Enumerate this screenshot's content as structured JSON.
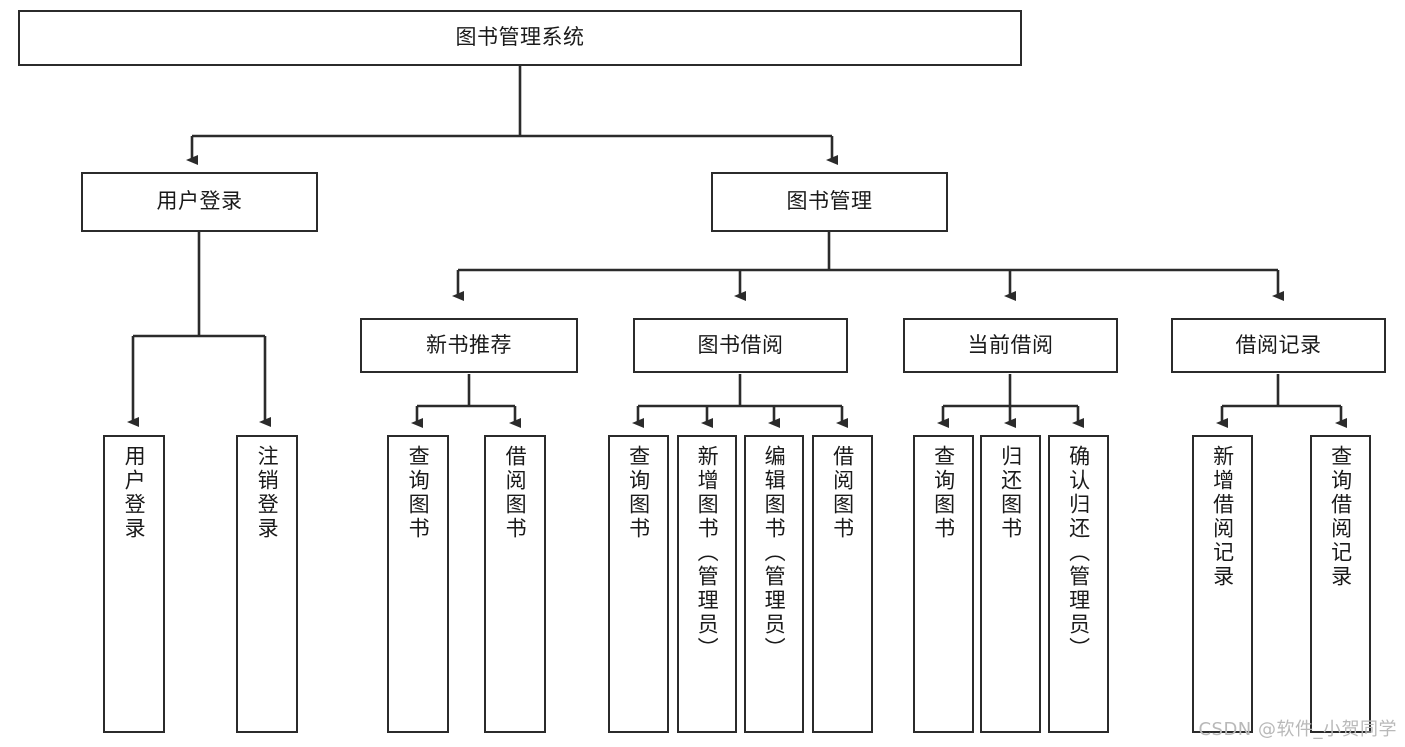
{
  "diagram": {
    "type": "tree-hierarchy",
    "title": "图书管理系统",
    "root": {
      "label": "图书管理系统"
    },
    "level2": [
      {
        "label": "用户登录"
      },
      {
        "label": "图书管理"
      }
    ],
    "level3": [
      {
        "label": "新书推荐"
      },
      {
        "label": "图书借阅"
      },
      {
        "label": "当前借阅"
      },
      {
        "label": "借阅记录"
      }
    ],
    "leaves": {
      "user_login": [
        {
          "label": "用户登录"
        },
        {
          "label": "注销登录"
        }
      ],
      "new_book_recommend": [
        {
          "label": "查询图书"
        },
        {
          "label": "借阅图书"
        }
      ],
      "book_borrow": [
        {
          "label": "查询图书"
        },
        {
          "label": "新增图书（管理员）"
        },
        {
          "label": "编辑图书（管理员）"
        },
        {
          "label": "借阅图书"
        }
      ],
      "current_borrow": [
        {
          "label": "查询图书"
        },
        {
          "label": "归还图书"
        },
        {
          "label": "确认归还（管理员）"
        }
      ],
      "borrow_record": [
        {
          "label": "新增借阅记录"
        },
        {
          "label": "查询借阅记录"
        }
      ]
    },
    "watermark": "CSDN @软件_小贺同学",
    "colors": {
      "line": "#2b2b2b",
      "box_fill": "#ffffff",
      "text": "#1a1a1a",
      "watermark": "#b9b9b9"
    }
  }
}
